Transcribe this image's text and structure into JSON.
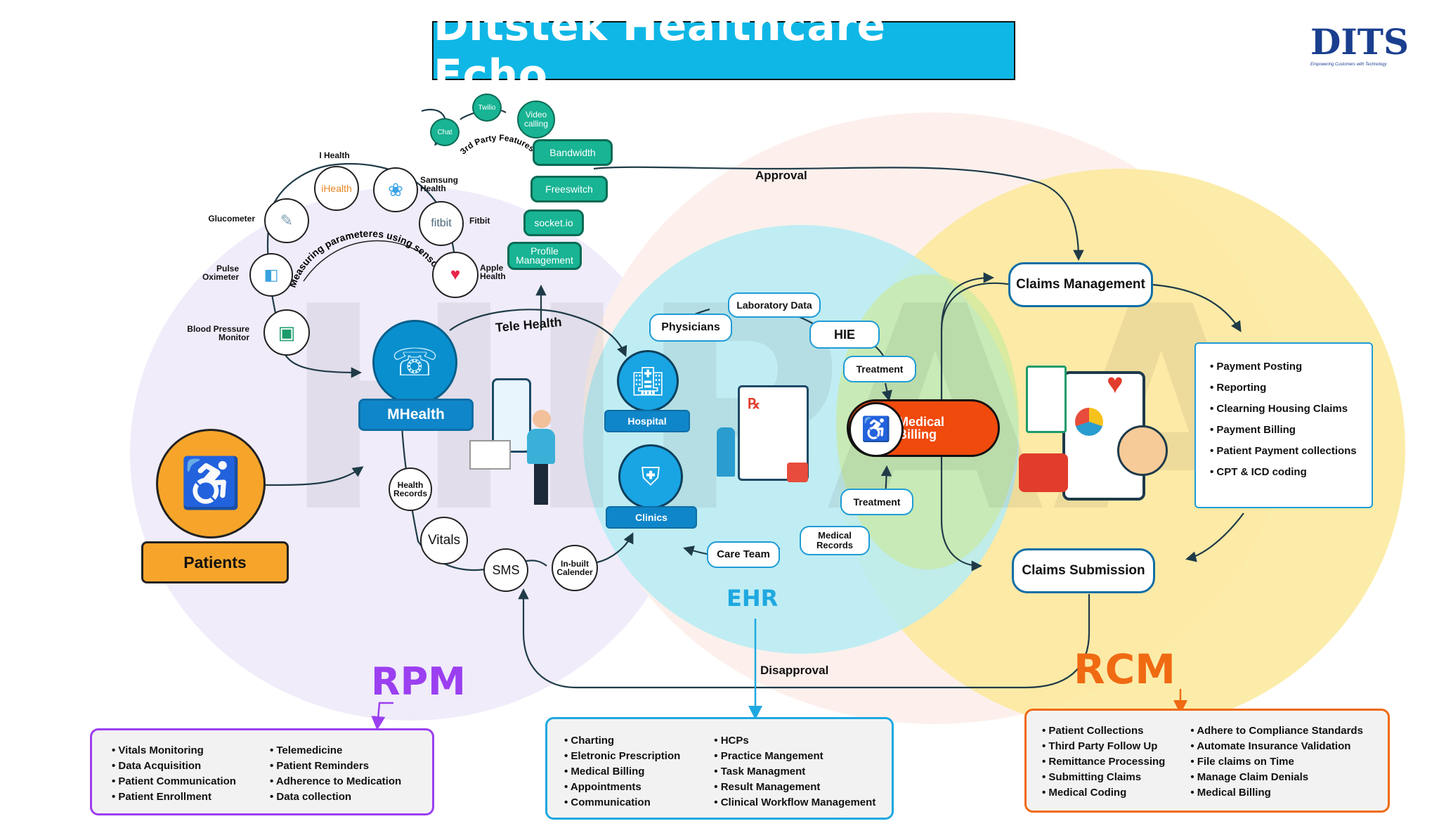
{
  "title": "Ditstek Healthcare Echo",
  "logo": {
    "text": "DITS",
    "tagline": "Empowering Customers with Technology"
  },
  "watermark": "HIPAA",
  "patients": {
    "label": "Patients"
  },
  "mhealth": {
    "label": "MHealth"
  },
  "sensors": {
    "arc_label": "Measuring parameteres using sensors",
    "devices": [
      {
        "label": "Blood Pressure Monitor",
        "icon": "bp-monitor-icon"
      },
      {
        "label": "Pulse Oximeter",
        "icon": "oximeter-icon"
      },
      {
        "label": "Glucometer",
        "icon": "glucometer-icon"
      },
      {
        "label": "I Health",
        "icon": "ihealth-icon",
        "inner": "iHealth"
      },
      {
        "label": "Samsung Health",
        "icon": "samsung-health-icon"
      },
      {
        "label": "Fitbit",
        "icon": "fitbit-icon",
        "inner": "fitbit"
      },
      {
        "label": "Apple Health",
        "icon": "apple-health-icon"
      }
    ]
  },
  "third_party": {
    "arc_label": "3rd Party Features",
    "circles": [
      "Chat",
      "Twilio",
      "Video calling"
    ],
    "stack": [
      "Bandwidth",
      "Freeswitch",
      "socket.io",
      "Profile Management"
    ]
  },
  "tele_health": "Tele Health",
  "rpm_nodes": [
    "Health Records",
    "Vitals",
    "SMS",
    "In-built Calender"
  ],
  "ehr_nodes": {
    "hospital": "Hospital",
    "clinics": "Clinics",
    "physicians": "Physicians",
    "laboratory": "Laboratory Data",
    "hie": "HIE",
    "treatment_top": "Treatment",
    "treatment_bottom": "Treatment",
    "medical_records": "Medical Records",
    "care_team": "Care Team"
  },
  "medical_billing": "Medical Billing",
  "claims_management": "Claims Management",
  "claims_submission": "Claims Submission",
  "approval": "Approval",
  "disapproval": "Disapproval",
  "rcm_list": [
    "Payment Posting",
    "Reporting",
    "Clearning Housing Claims",
    "Payment Billing",
    "Patient Payment collections",
    "CPT & ICD coding"
  ],
  "sections": {
    "rpm": {
      "label": "RPM",
      "color": "#9b3ff0",
      "col1": [
        "Vitals Monitoring",
        "Data Acquisition",
        "Patient Communication",
        "Patient Enrollment"
      ],
      "col2": [
        "Telemedicine",
        "Patient Reminders",
        "Adherence to Medication",
        "Data collection"
      ]
    },
    "ehr": {
      "label": "EHR",
      "color": "#1ea8e0",
      "col1": [
        "Charting",
        "Eletronic Prescription",
        "Medical Billing",
        "Appointments",
        "Communication"
      ],
      "col2": [
        "HCPs",
        "Practice Mangement",
        "Task Managment",
        "Result Management",
        "Clinical Workflow Management"
      ]
    },
    "rcm": {
      "label": "RCM",
      "color": "#f06a12",
      "col1": [
        "Patient Collections",
        "Third Party Follow Up",
        "Remittance Processing",
        "Submitting Claims",
        "Medical Coding"
      ],
      "col2": [
        "Adhere to Compliance Standards",
        "Automate Insurance Validation",
        "File claims on Time",
        "Manage Claim Denials",
        "Medical Billing"
      ]
    }
  },
  "colors": {
    "accent": "#0fb7e6",
    "teal": "#18b494",
    "billing": "#f04a0c",
    "patients": "#f7a52a"
  }
}
